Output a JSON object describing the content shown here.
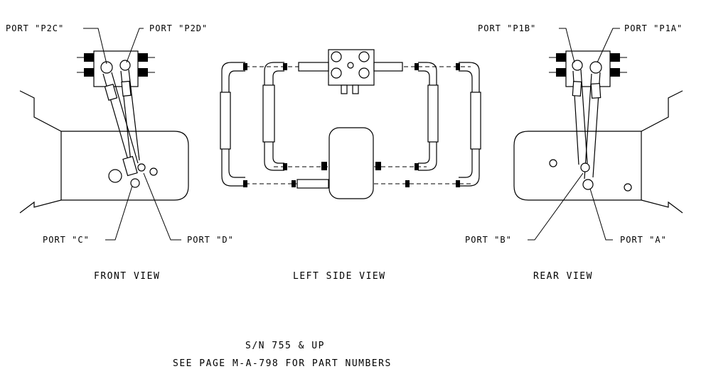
{
  "labels": {
    "port_p2c": "PORT \"P2C\"",
    "port_p2d": "PORT \"P2D\"",
    "port_p1b": "PORT \"P1B\"",
    "port_p1a": "PORT \"P1A\"",
    "port_c": "PORT \"C\"",
    "port_d": "PORT \"D\"",
    "port_b": "PORT \"B\"",
    "port_a": "PORT \"A\""
  },
  "views": {
    "front": "FRONT VIEW",
    "left_side": "LEFT SIDE VIEW",
    "rear": "REAR VIEW"
  },
  "notes": {
    "serial": "S/N 755 & UP",
    "reference": "SEE PAGE M-A-798 FOR PART NUMBERS"
  }
}
